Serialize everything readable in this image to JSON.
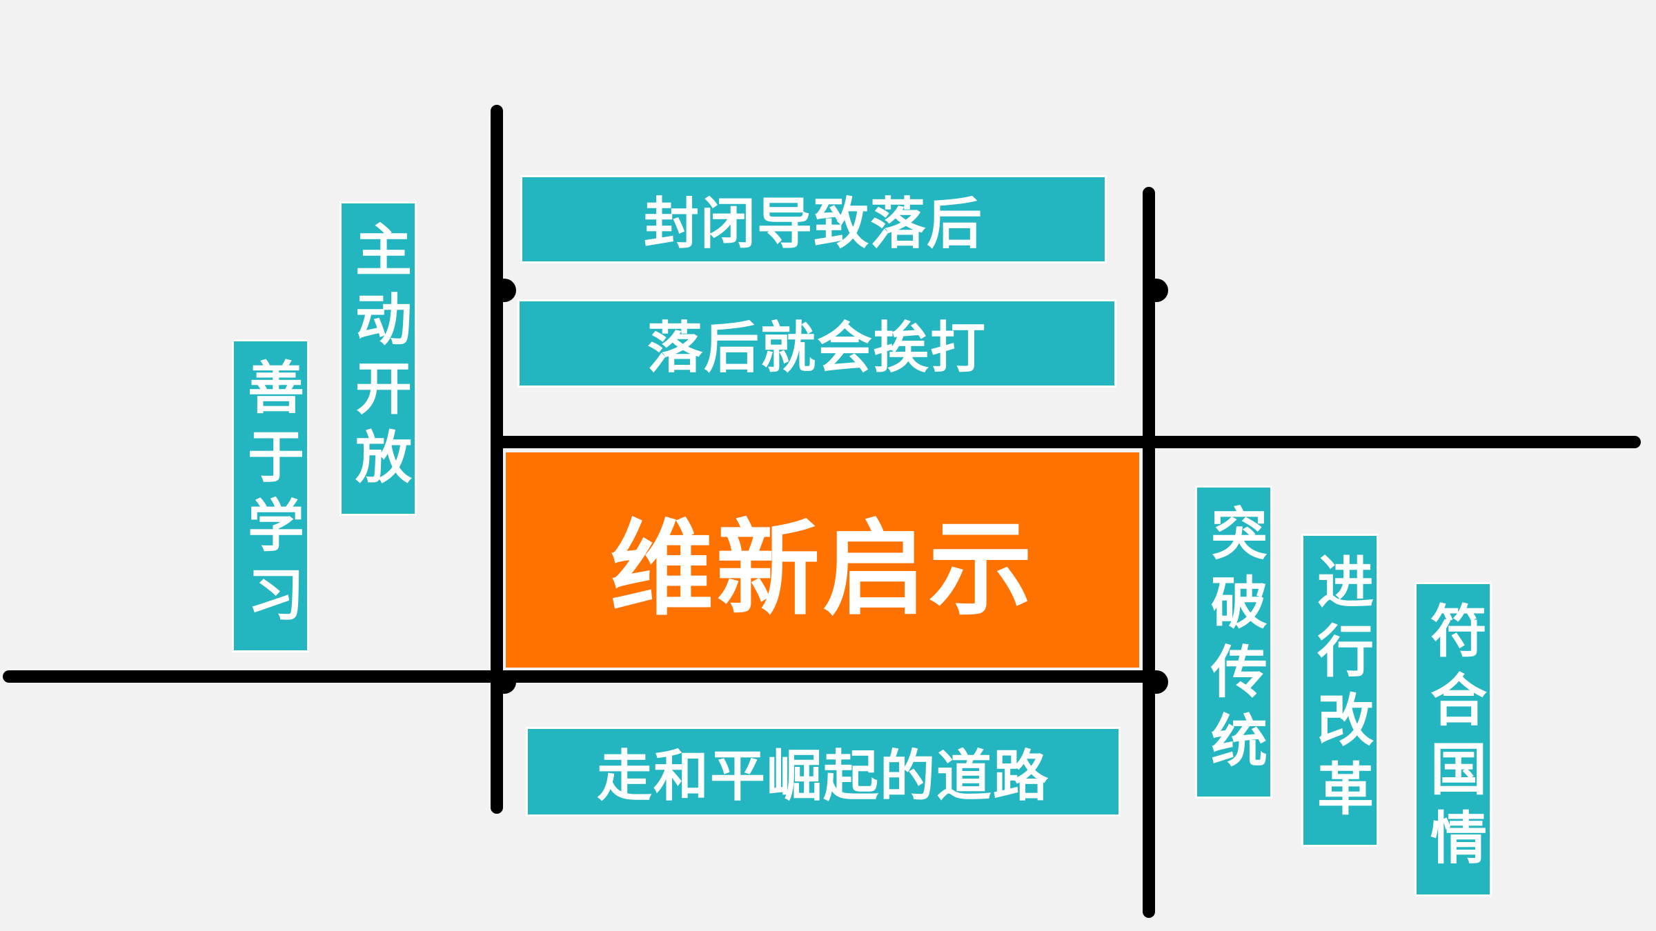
{
  "colors": {
    "background": "#f2f2f2",
    "teal": "#24b6c0",
    "orange": "#ff7200",
    "line": "#000000",
    "text": "#ffffff"
  },
  "center": {
    "label": "维新启示"
  },
  "top_boxes": [
    {
      "label": "封闭导致落后"
    },
    {
      "label": "落后就会挨打"
    }
  ],
  "bottom_box": {
    "label": "走和平崛起的道路"
  },
  "left_columns": [
    {
      "label": "主动开放"
    },
    {
      "label": "善于学习"
    }
  ],
  "right_columns": [
    {
      "label": "突破传统"
    },
    {
      "label": "进行改革"
    },
    {
      "label": "符合国情"
    }
  ]
}
